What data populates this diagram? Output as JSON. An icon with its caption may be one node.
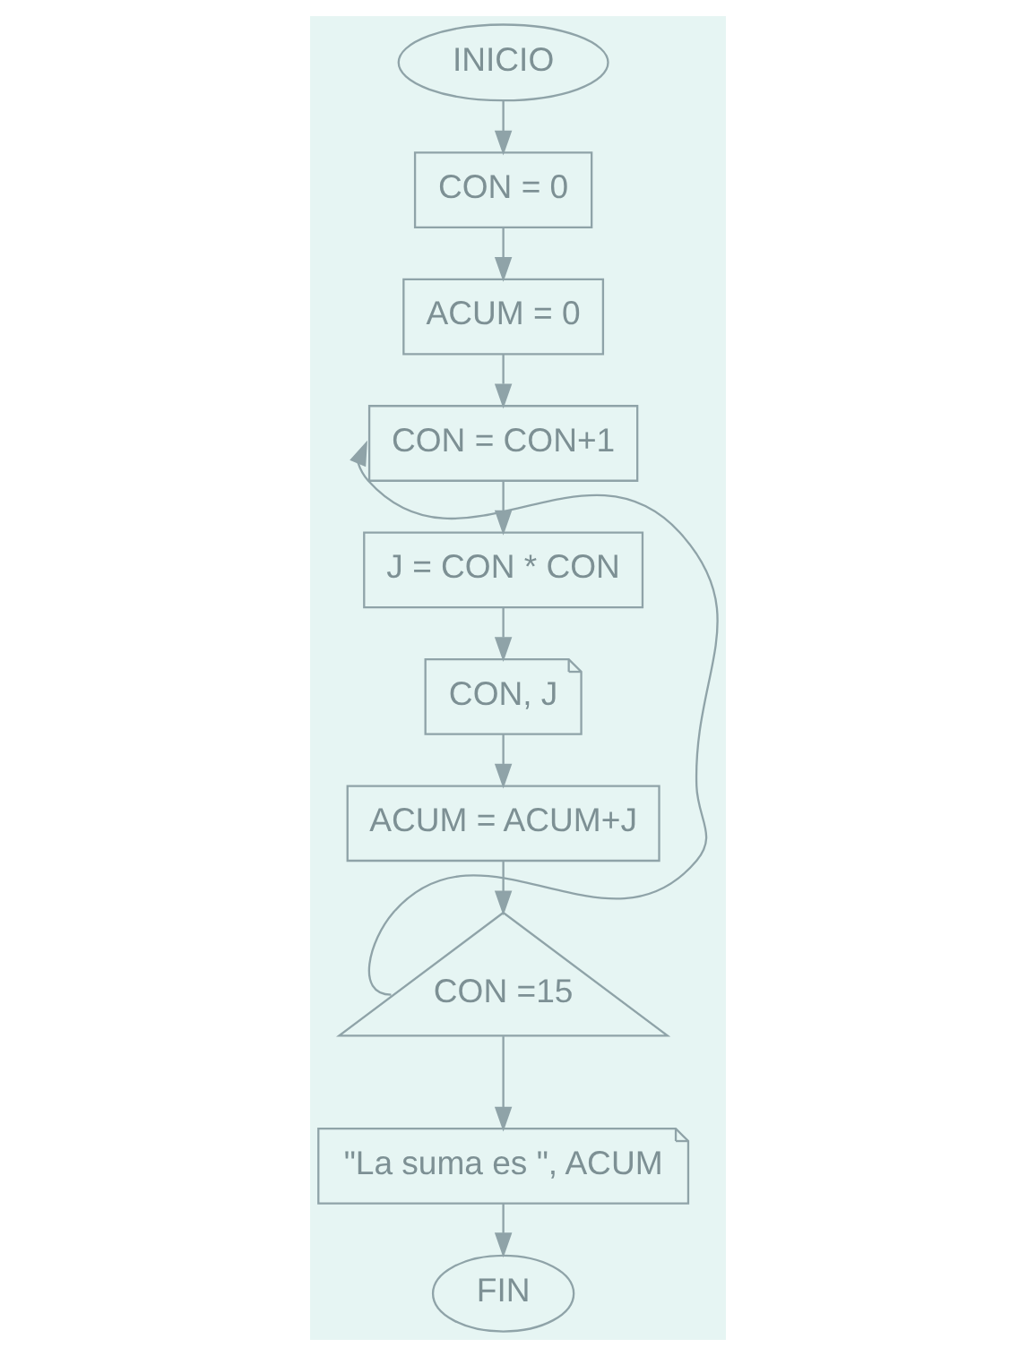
{
  "diagram": {
    "nodes": [
      {
        "text": [
          "INICIO"
        ]
      },
      {
        "text": [
          "CON = 0"
        ]
      },
      {
        "text": [
          "ACUM = 0"
        ]
      },
      {
        "text": [
          "CON = CON+1"
        ]
      },
      {
        "text": [
          "J = CON * CON"
        ]
      },
      {
        "text": [
          "CON, J"
        ]
      },
      {
        "text": [
          "ACUM = ACUM+J"
        ]
      },
      {
        "text": [
          "CON =15"
        ]
      },
      {
        "text": [
          "\"La suma es \", ACUM"
        ]
      },
      {
        "text": [
          "FIN"
        ]
      }
    ],
    "edges": [
      {
        "from": 0,
        "to": 1,
        "arrow": "to"
      },
      {
        "from": 1,
        "to": 2,
        "arrow": "to"
      },
      {
        "from": 2,
        "to": 3,
        "arrow": "to"
      },
      {
        "from": 3,
        "to": 4,
        "arrow": "to"
      },
      {
        "from": 4,
        "to": 5,
        "arrow": "to"
      },
      {
        "from": 5,
        "to": 6,
        "arrow": "to"
      },
      {
        "from": 6,
        "to": 7,
        "arrow": "to"
      },
      {
        "from": 7,
        "to": 3,
        "arrow": "to"
      },
      {
        "from": 7,
        "to": 8,
        "arrow": "to"
      },
      {
        "from": 8,
        "to": 9,
        "arrow": "to"
      }
    ]
  }
}
